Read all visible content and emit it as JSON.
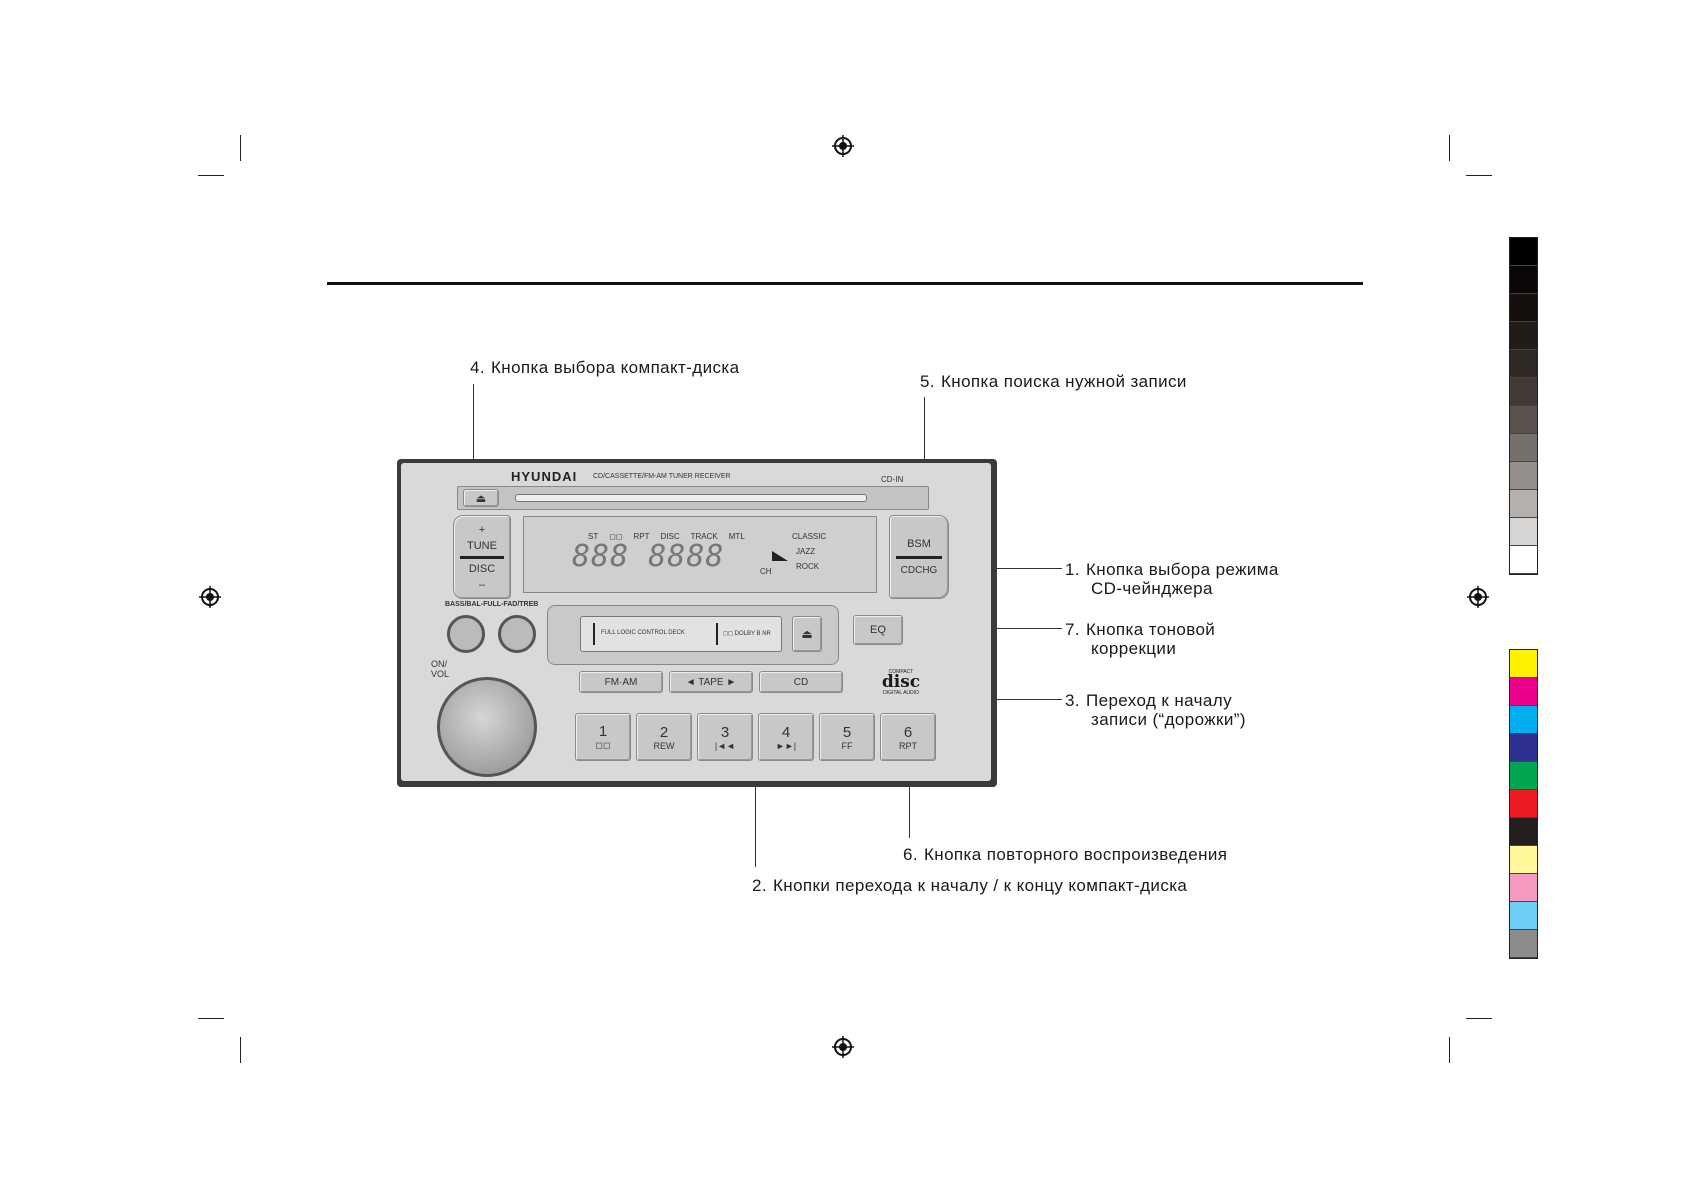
{
  "callouts": {
    "c4": {
      "num": "4.",
      "text": "Кнопка выбора компакт-диска"
    },
    "c5": {
      "num": "5.",
      "text": "Кнопка поиска нужной записи"
    },
    "c1": {
      "num": "1.",
      "line1": "Кнопка выбора режима",
      "line2": "CD-чейнджера"
    },
    "c7": {
      "num": "7.",
      "line1": "Кнопка тоновой",
      "line2": "коррекции"
    },
    "c3": {
      "num": "3.",
      "line1": "Переход к началу",
      "line2": "записи (“дорожки”)"
    },
    "c6": {
      "num": "6.",
      "text": "Кнопка повторного воспроизведения"
    },
    "c2": {
      "num": "2.",
      "text": "Кнопки перехода к началу / к концу компакт-диска"
    }
  },
  "radio": {
    "brand": "HYUNDAI",
    "model": "CD/CASSETTE/FM-AM TUNER RECEIVER",
    "cd_in": "CD-IN",
    "tune_plus": "+",
    "tune": "TUNE",
    "disc": "DISC",
    "tune_minus": "–",
    "display": {
      "indicators": [
        "ST",
        "◻◻",
        "RPT",
        "DISC",
        "TRACK",
        "MTL"
      ],
      "digits": "888 8888",
      "classic": "CLASSIC",
      "jazz": "JAZZ",
      "rock": "ROCK",
      "ch": "CH"
    },
    "bsm": "BSM",
    "cdchg": "CDCHG",
    "bass_label": "BASS/BAL-FULL-FAD/TREB",
    "on_vol": "ON/\nVOL",
    "deck_label": "FULL LOGIC CONTROL DECK",
    "dolby": "◻◻ DOLBY B NR",
    "eq": "EQ",
    "fm_am": "FM·AM",
    "tape": "◄ TAPE ►",
    "cd": "CD",
    "compact_disc": "disc",
    "compact_top": "COMPACT",
    "compact_bottom": "DIGITAL AUDIO",
    "presets": [
      {
        "num": "1",
        "sub": "◻◻"
      },
      {
        "num": "2",
        "sub": "REW"
      },
      {
        "num": "3",
        "sub": "|◄◄"
      },
      {
        "num": "4",
        "sub": "►►|"
      },
      {
        "num": "5",
        "sub": "FF"
      },
      {
        "num": "6",
        "sub": "RPT"
      }
    ]
  },
  "colors": {
    "gray_bar": [
      "#000000",
      "#0a0706",
      "#15100d",
      "#221c19",
      "#2f2925",
      "#413a36",
      "#5a524e",
      "#76706c",
      "#948f8c",
      "#b3b0ae",
      "#d6d5d4",
      "#ffffff"
    ],
    "color_bar": [
      "#fff200",
      "#ec008c",
      "#00aeef",
      "#2e3192",
      "#00a651",
      "#ed1c24",
      "#231f20",
      "#fff799",
      "#f49ac1",
      "#6dcff6",
      "#8c8c8c"
    ]
  }
}
